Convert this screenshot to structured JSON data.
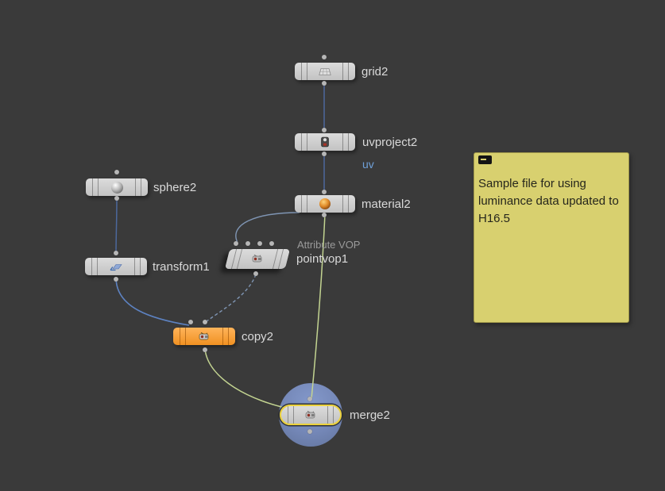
{
  "editor": {
    "type": "houdini-network-editor",
    "background_color": "#3a3a3a"
  },
  "nodes": {
    "grid2": {
      "label": "grid2"
    },
    "uvproject2": {
      "label": "uvproject2",
      "output_label": "uv"
    },
    "material2": {
      "label": "material2"
    },
    "sphere2": {
      "label": "sphere2"
    },
    "transform1": {
      "label": "transform1"
    },
    "pointvop1": {
      "label": "pointvop1",
      "type_label": "Attribute VOP"
    },
    "copy2": {
      "label": "copy2",
      "node_color": "#f09122"
    },
    "merge2": {
      "label": "merge2",
      "selection_ring_color": "#ecd23d",
      "display_halo_color": "#7487b7"
    }
  },
  "connections": [
    {
      "from": "grid2",
      "to": "uvproject2",
      "style": "solid"
    },
    {
      "from": "uvproject2",
      "to": "material2",
      "style": "solid"
    },
    {
      "from": "sphere2",
      "to": "transform1",
      "style": "solid"
    },
    {
      "from": "transform1",
      "to": "copy2",
      "style": "solid"
    },
    {
      "from": "material2",
      "to": "pointvop1",
      "style": "solid"
    },
    {
      "from": "pointvop1",
      "to": "copy2",
      "style": "dashed"
    },
    {
      "from": "material2",
      "to": "merge2",
      "style": "solid"
    },
    {
      "from": "copy2",
      "to": "merge2",
      "style": "solid"
    }
  ],
  "wire_colors": {
    "geometry": "#4c689c",
    "highlight": "#5d82c1",
    "output": "#c3d491",
    "reference": "#7f95b3"
  },
  "sticky_note": {
    "text": "Sample file for using luminance data updated to H16.5",
    "background_color": "#d8d06f"
  }
}
